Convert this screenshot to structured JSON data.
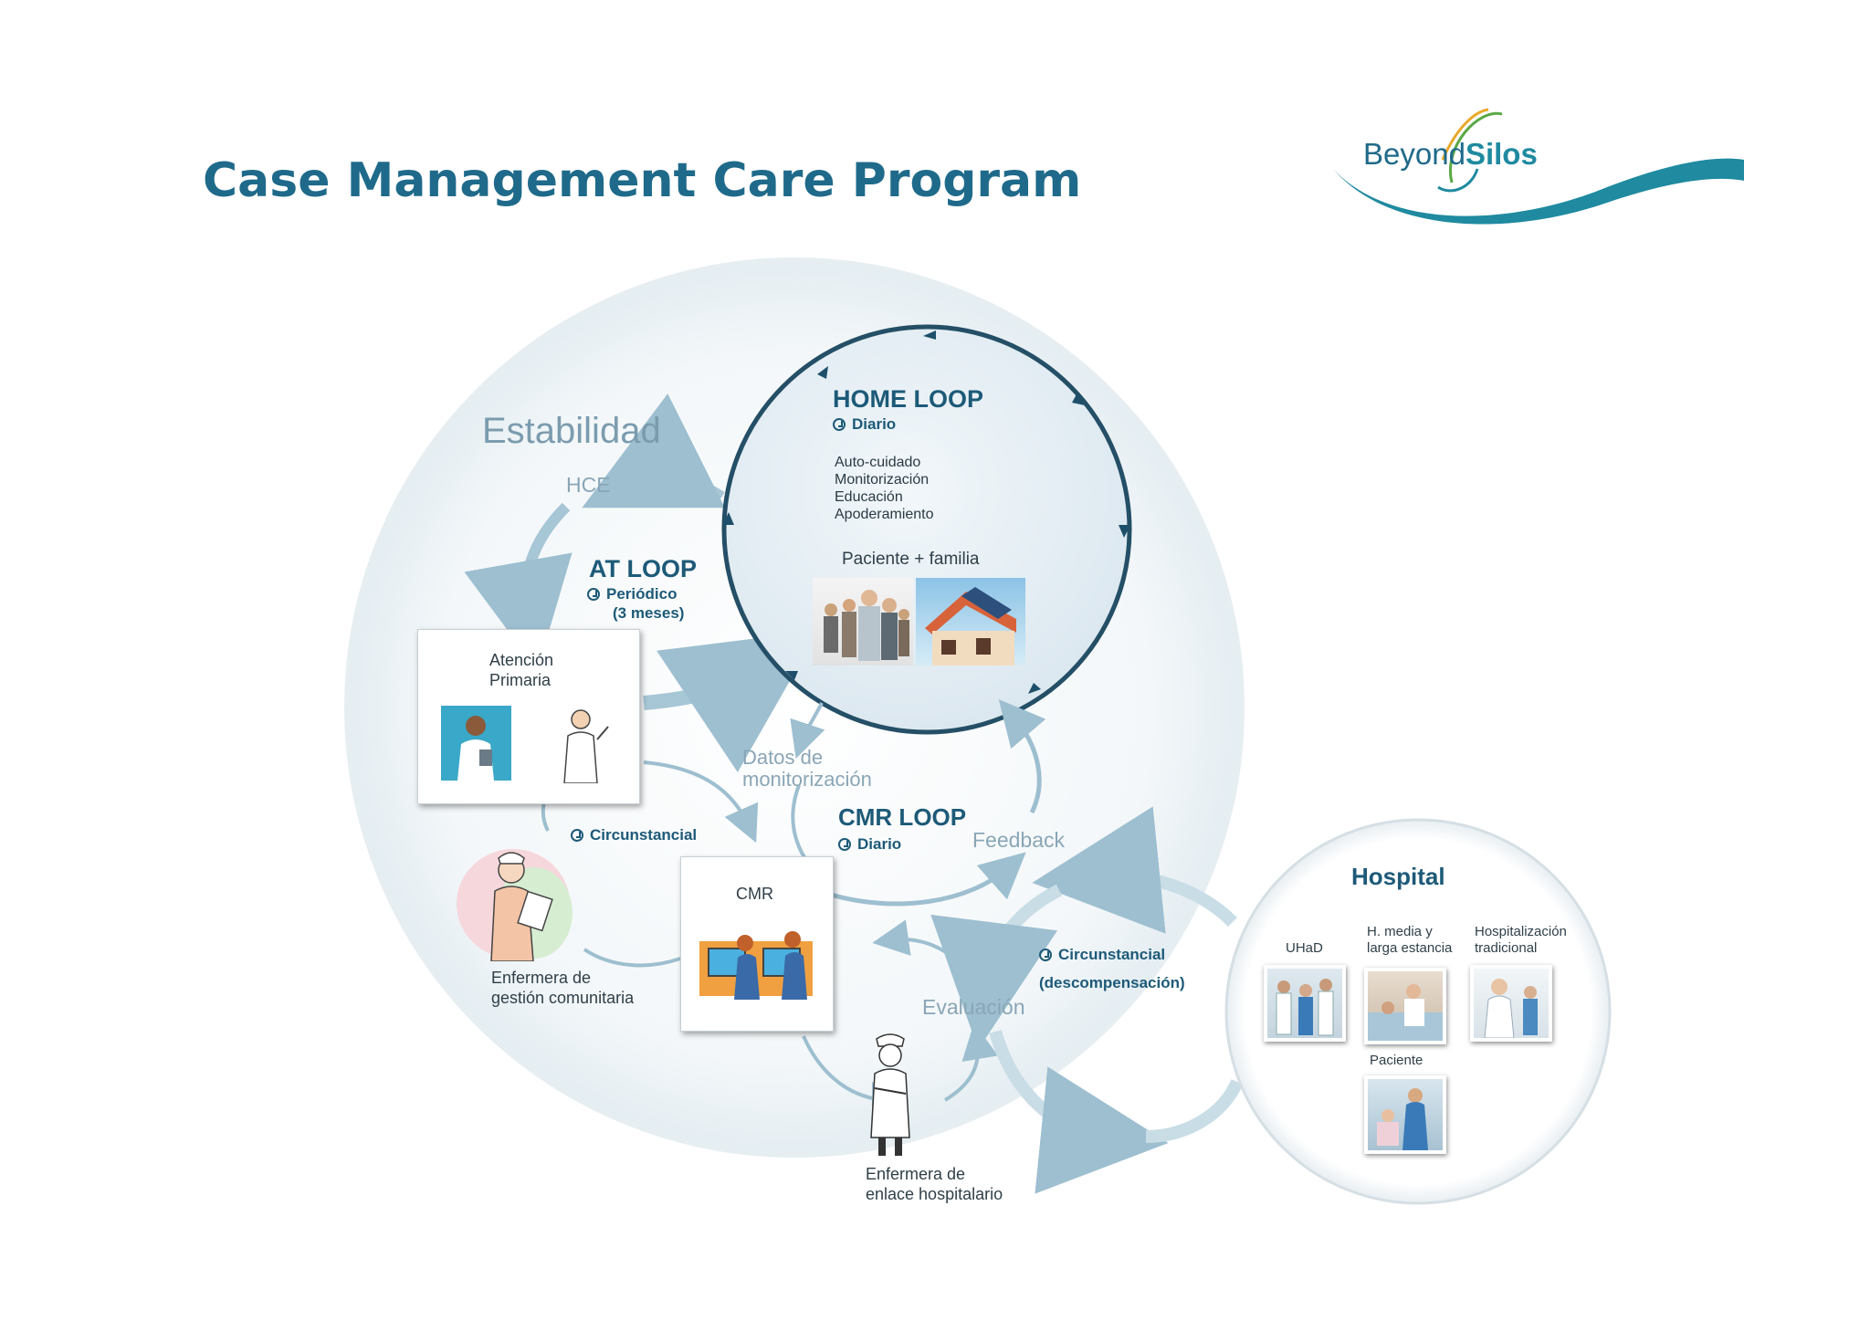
{
  "title": "Case Management Care Program",
  "logo": {
    "text_a": "Beyond",
    "text_b": "Silos"
  },
  "labels": {
    "estabilidad": "Estabilidad",
    "hce": "HCE",
    "datos_line1": "Datos de",
    "datos_line2": "monitorización",
    "feedback": "Feedback",
    "evaluacion": "Evaluación"
  },
  "home_loop": {
    "title": "HOME LOOP",
    "frequency": "Diario",
    "activities": [
      "Auto-cuidado",
      "Monitorización",
      "Educación",
      "Apoderamiento"
    ],
    "subject": "Paciente + familia"
  },
  "at_loop": {
    "title": "AT LOOP",
    "frequency_line1": "Periódico",
    "frequency_line2": "(3 meses)"
  },
  "cmr_loop": {
    "title": "CMR LOOP",
    "frequency": "Diario"
  },
  "circunstancial_left": "Circunstancial",
  "circunstancial_right": {
    "line1": "Circunstancial",
    "line2": "(descompensación)"
  },
  "atencion_primaria": {
    "line1": "Atención",
    "line2": "Primaria"
  },
  "cmr_box": {
    "label": "CMR"
  },
  "enfermera_comunitaria": {
    "line1": "Enfermera de",
    "line2": "gestión comunitaria"
  },
  "enfermera_hospitalaria": {
    "line1": "Enfermera de",
    "line2": "enlace hospitalario"
  },
  "hospital": {
    "title": "Hospital",
    "uhad": "UHaD",
    "media_line1": "H. media y",
    "media_line2": "larga estancia",
    "trad_line1": "Hospitalización",
    "trad_line2": "tradicional",
    "paciente": "Paciente"
  },
  "colors": {
    "title": "#1f6a8a",
    "loop_dark": "#1d5a78",
    "home_circle_fill": "#e6eff5",
    "arrow_light": "#a9c8d8",
    "outer_circle": "#eef4f7"
  },
  "icons": [
    "clock-icon",
    "family-photo",
    "house-icon",
    "doctor-icon",
    "nurse-icon",
    "computer-icon",
    "hospital-photo"
  ]
}
